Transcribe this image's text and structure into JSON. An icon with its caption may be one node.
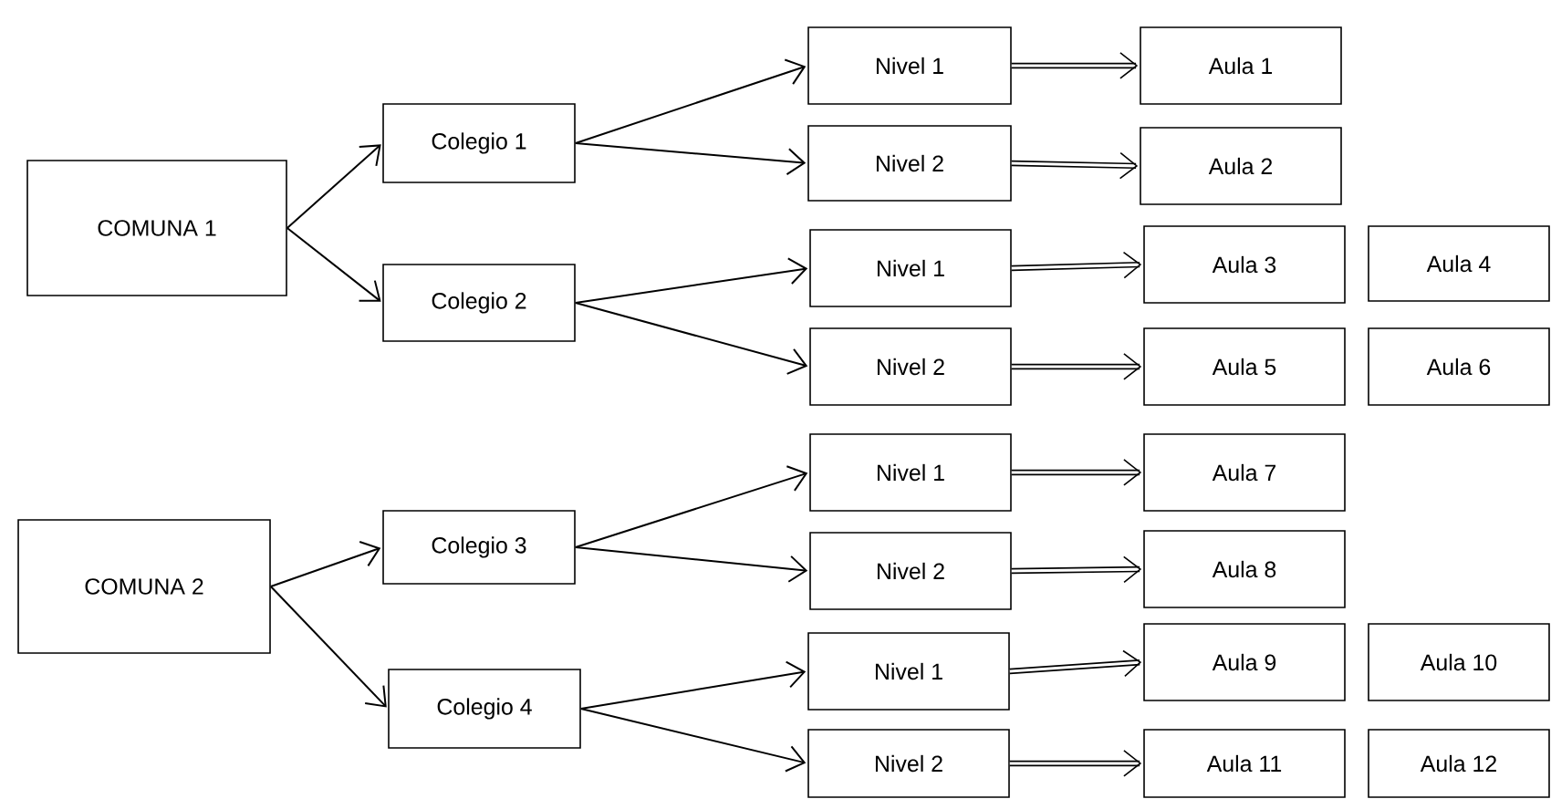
{
  "diagram": {
    "nodes": [
      {
        "text": [
          "COMUNA 1"
        ]
      },
      {
        "text": [
          "Colegio 1"
        ]
      },
      {
        "text": [
          "Colegio 2"
        ]
      },
      {
        "text": [
          "COMUNA 2"
        ]
      },
      {
        "text": [
          "Colegio 3"
        ]
      },
      {
        "text": [
          "Colegio 4"
        ]
      },
      {
        "text": [
          "Nivel 1"
        ]
      },
      {
        "text": [
          "Aula 1"
        ]
      },
      {
        "text": [
          "Nivel 2"
        ]
      },
      {
        "text": [
          "Aula 2"
        ]
      },
      {
        "text": [
          "Nivel 1"
        ]
      },
      {
        "text": [
          "Aula 3"
        ]
      },
      {
        "text": [
          "Aula 4"
        ]
      },
      {
        "text": [
          "Nivel 2"
        ]
      },
      {
        "text": [
          "Aula 5"
        ]
      },
      {
        "text": [
          "Aula 6"
        ]
      },
      {
        "text": [
          "Nivel 1"
        ]
      },
      {
        "text": [
          "Aula 7"
        ]
      },
      {
        "text": [
          "Nivel 2"
        ]
      },
      {
        "text": [
          "Aula 8"
        ]
      },
      {
        "text": [
          "Nivel 1"
        ]
      },
      {
        "text": [
          "Aula 9"
        ]
      },
      {
        "text": [
          "Aula 10"
        ]
      },
      {
        "text": [
          "Nivel 2"
        ]
      },
      {
        "text": [
          "Aula 11"
        ]
      },
      {
        "text": [
          "Aula 12"
        ]
      }
    ],
    "edges": [
      {
        "from": 0,
        "to": 1,
        "arrow": "to"
      },
      {
        "from": 0,
        "to": 2,
        "arrow": "to"
      },
      {
        "from": 1,
        "to": 6,
        "arrow": "to"
      },
      {
        "from": 1,
        "to": 8,
        "arrow": "to"
      },
      {
        "from": 2,
        "to": 10,
        "arrow": "to"
      },
      {
        "from": 2,
        "to": 13,
        "arrow": "to"
      },
      {
        "from": 3,
        "to": 4,
        "arrow": "to"
      },
      {
        "from": 3,
        "to": 5,
        "arrow": "to"
      },
      {
        "from": 4,
        "to": 16,
        "arrow": "to"
      },
      {
        "from": 4,
        "to": 18,
        "arrow": "to"
      },
      {
        "from": 5,
        "to": 20,
        "arrow": "to"
      },
      {
        "from": 5,
        "to": 23,
        "arrow": "to"
      },
      {
        "from": 6,
        "to": 7,
        "arrow": "to",
        "style": "thick"
      },
      {
        "from": 8,
        "to": 9,
        "arrow": "to",
        "style": "thick"
      },
      {
        "from": 10,
        "to": 11,
        "arrow": "to",
        "style": "thick"
      },
      {
        "from": 13,
        "to": 14,
        "arrow": "to",
        "style": "thick"
      },
      {
        "from": 16,
        "to": 17,
        "arrow": "to",
        "style": "thick"
      },
      {
        "from": 18,
        "to": 19,
        "arrow": "to",
        "style": "thick"
      },
      {
        "from": 20,
        "to": 21,
        "arrow": "to",
        "style": "thick"
      },
      {
        "from": 23,
        "to": 24,
        "arrow": "to",
        "style": "thick"
      }
    ]
  }
}
